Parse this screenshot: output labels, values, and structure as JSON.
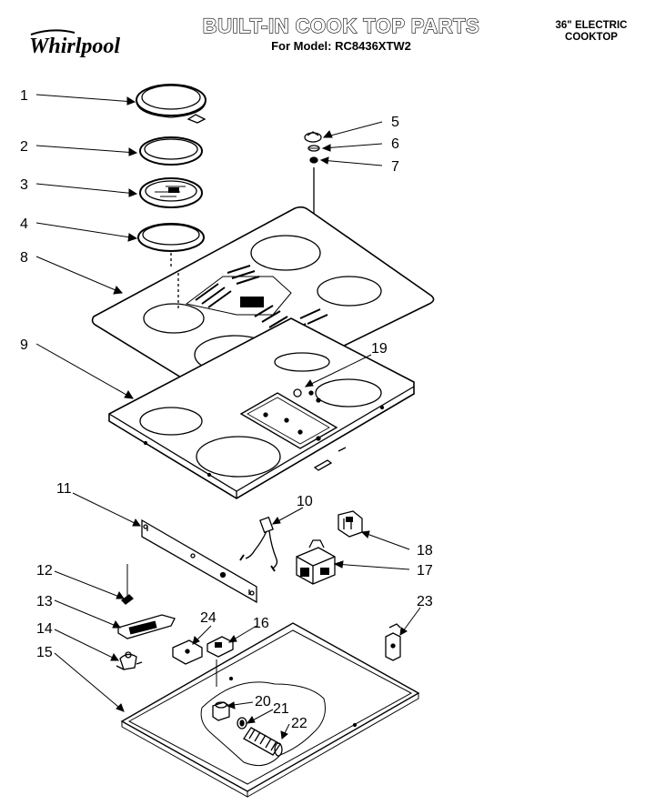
{
  "header": {
    "brand": "Whirlpool",
    "title": "BUILT-IN COOK TOP PARTS",
    "model_line": "For Model: RC8436XTW2",
    "appliance_line1": "36\" ELECTRIC",
    "appliance_line2": "COOKTOP"
  },
  "callouts": {
    "c1": "1",
    "c2": "2",
    "c3": "3",
    "c4": "4",
    "c5": "5",
    "c6": "6",
    "c7": "7",
    "c8": "8",
    "c9": "9",
    "c10": "10",
    "c11": "11",
    "c12": "12",
    "c13": "13",
    "c14": "14",
    "c15": "15",
    "c16": "16",
    "c17": "17",
    "c18": "18",
    "c19": "19",
    "c20": "20",
    "c21": "21",
    "c22": "22",
    "c23": "23",
    "c24": "24"
  },
  "colors": {
    "ink": "#000000",
    "paper": "#ffffff"
  }
}
